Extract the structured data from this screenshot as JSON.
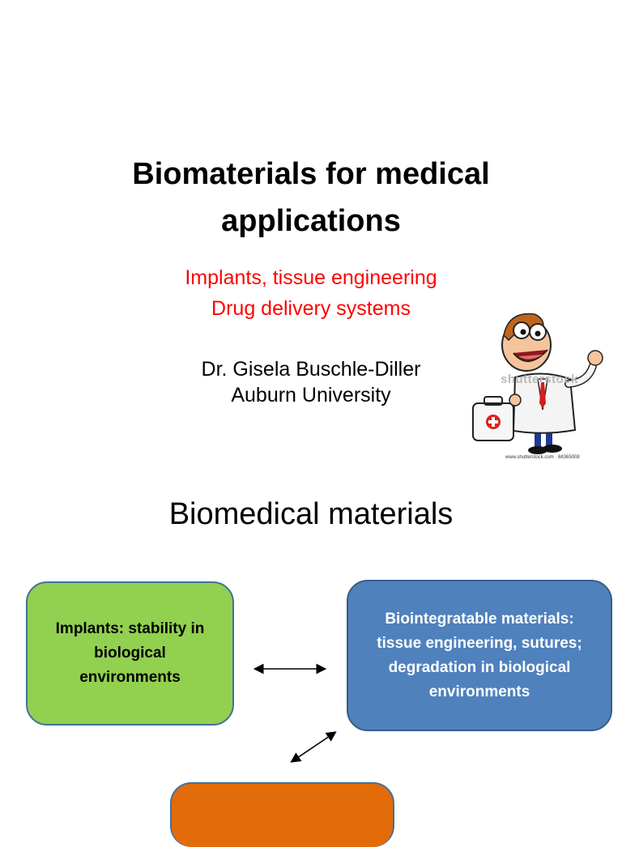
{
  "slide1": {
    "title_lines": [
      "Biomaterials for medical",
      "applications"
    ],
    "subtitle_lines": [
      "Implants, tissue engineering",
      "Drug delivery systems"
    ],
    "author_lines": [
      "Dr. Gisela Buschle-Diller",
      "Auburn University"
    ],
    "image": {
      "watermark": "shutterstock",
      "credit": "www.shutterstock.com · 68365008"
    }
  },
  "slide2": {
    "heading": "Biomedical materials",
    "boxes": {
      "implants": "Implants: stability in\nbiological\nenvironments",
      "biointegratable": "Biointegratable materials:\ntissue engineering, sutures;\ndegradation in biological\nenvironments",
      "third": ""
    },
    "colors": {
      "green": "#92d050",
      "blue": "#4f81bd",
      "orange": "#e36c0a",
      "subtitle_red": "#ff0000"
    }
  }
}
